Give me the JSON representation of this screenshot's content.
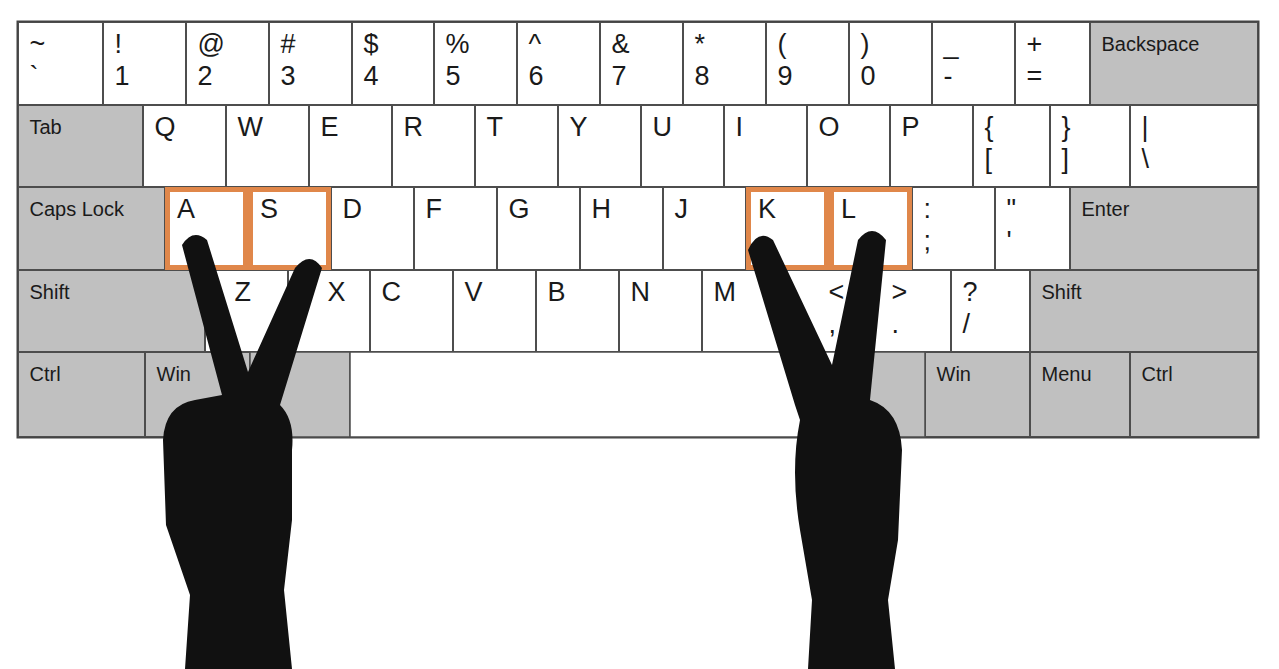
{
  "diagram": {
    "nodes": [
      {
        "text": [
          "~",
          "`"
        ]
      },
      {
        "text": [
          "!",
          "1"
        ]
      },
      {
        "text": [
          "@",
          "2"
        ]
      },
      {
        "text": [
          "#",
          "3"
        ]
      },
      {
        "text": [
          "$",
          "4"
        ]
      },
      {
        "text": [
          "%",
          "5"
        ]
      },
      {
        "text": [
          "^",
          "6"
        ]
      },
      {
        "text": [
          "&",
          "7"
        ]
      },
      {
        "text": [
          "*",
          "8"
        ]
      },
      {
        "text": [
          "(",
          "9"
        ]
      },
      {
        "text": [
          ")",
          "0"
        ]
      },
      {
        "text": [
          "_",
          "-"
        ]
      },
      {
        "text": [
          "+",
          "="
        ]
      },
      {
        "text": [
          "Backspace"
        ]
      },
      {
        "text": [
          "Tab"
        ]
      },
      {
        "text": [
          "Q"
        ]
      },
      {
        "text": [
          "W"
        ]
      },
      {
        "text": [
          "E"
        ]
      },
      {
        "text": [
          "R"
        ]
      },
      {
        "text": [
          "T"
        ]
      },
      {
        "text": [
          "Y"
        ]
      },
      {
        "text": [
          "U"
        ]
      },
      {
        "text": [
          "I"
        ]
      },
      {
        "text": [
          "O"
        ]
      },
      {
        "text": [
          "P"
        ]
      },
      {
        "text": [
          "{",
          "["
        ]
      },
      {
        "text": [
          "}",
          "]"
        ]
      },
      {
        "text": [
          "|",
          "\\"
        ]
      },
      {
        "text": [
          "Caps Lock"
        ]
      },
      {
        "text": [
          "A"
        ]
      },
      {
        "text": [
          "S"
        ]
      },
      {
        "text": [
          "D"
        ]
      },
      {
        "text": [
          "F"
        ]
      },
      {
        "text": [
          "G"
        ]
      },
      {
        "text": [
          "H"
        ]
      },
      {
        "text": [
          "J"
        ]
      },
      {
        "text": [
          "K"
        ]
      },
      {
        "text": [
          "L"
        ]
      },
      {
        "text": [
          ":",
          ";"
        ]
      },
      {
        "text": [
          "\"",
          "'"
        ]
      },
      {
        "text": [
          "Enter"
        ]
      },
      {
        "text": [
          "Shift"
        ]
      },
      {
        "text": [
          "Z"
        ]
      },
      {
        "text": [
          "X"
        ]
      },
      {
        "text": [
          "C"
        ]
      },
      {
        "text": [
          "V"
        ]
      },
      {
        "text": [
          "B"
        ]
      },
      {
        "text": [
          "N"
        ]
      },
      {
        "text": [
          "M"
        ]
      },
      {
        "text": [
          "<",
          ","
        ]
      },
      {
        "text": [
          ">",
          "."
        ]
      },
      {
        "text": [
          "?",
          "/"
        ]
      },
      {
        "text": [
          "Shift"
        ]
      },
      {
        "text": [
          "Ctrl"
        ]
      },
      {
        "text": [
          "Win"
        ]
      },
      {
        "text": [
          "Win"
        ]
      },
      {
        "text": [
          "Menu"
        ]
      },
      {
        "text": [
          "Ctrl"
        ]
      }
    ]
  }
}
